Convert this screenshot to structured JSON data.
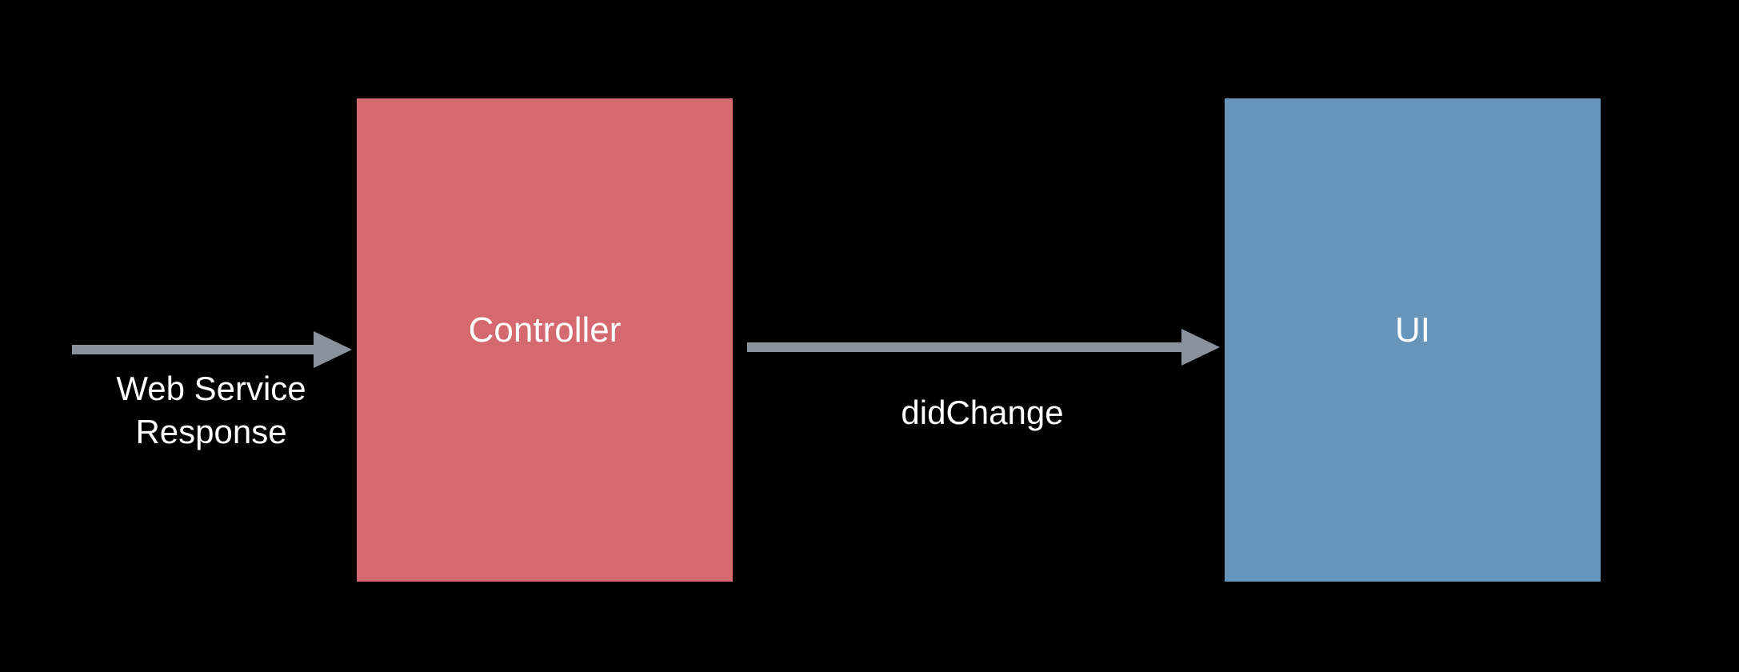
{
  "diagram": {
    "nodes": [
      {
        "id": "controller",
        "label": "Controller",
        "color": "#d4696f"
      },
      {
        "id": "ui",
        "label": "UI",
        "color": "#6595bb"
      }
    ],
    "edges": [
      {
        "from": "external",
        "to": "controller",
        "label_line1": "Web Service",
        "label_line2": "Response"
      },
      {
        "from": "controller",
        "to": "ui",
        "label": "didChange"
      }
    ],
    "arrow_color": "#8a929c",
    "background": "#000000"
  }
}
